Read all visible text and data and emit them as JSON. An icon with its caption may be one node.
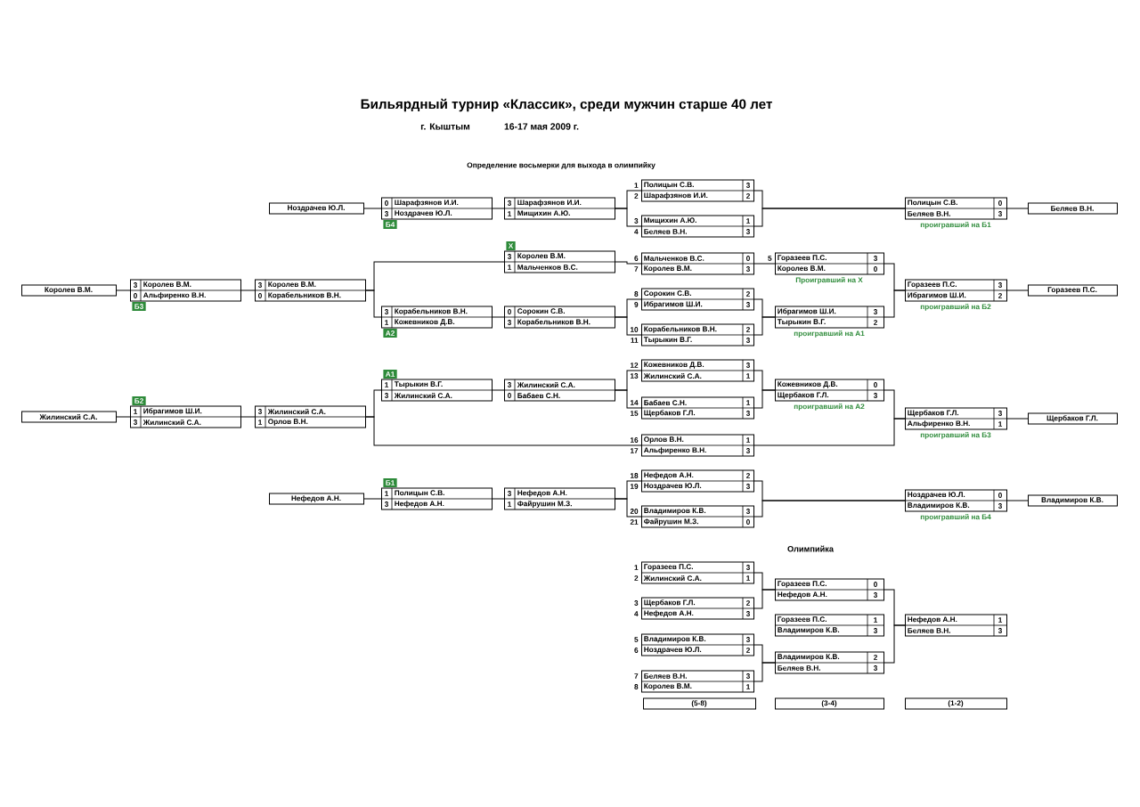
{
  "diagram": {
    "title": "Бильярдный турнир «Классик», среди мужчин старше 40 лет",
    "nodes": [
      {
        "text": [
          "Полицын С.В.",
          "3",
          "Шарафзянов И.И.",
          "2"
        ],
        "beside": [
          "1",
          "2"
        ]
      },
      {
        "text": [
          "Мищихин А.Ю.",
          "1",
          "Беляев В.Н.",
          "3"
        ],
        "beside": [
          "3",
          "4"
        ]
      },
      {
        "text": [
          "Мальченков В.С.",
          "0",
          "Королев В.М.",
          "3"
        ],
        "beside": [
          "6",
          "7"
        ]
      },
      {
        "text": [
          "Сорокин С.В.",
          "2",
          "Ибрагимов Ш.И.",
          "3"
        ],
        "beside": [
          "8",
          "9"
        ]
      },
      {
        "text": [
          "Корабельников В.Н.",
          "2",
          "Тырыкин В.Г.",
          "3"
        ],
        "beside": [
          "10",
          "11"
        ]
      },
      {
        "text": [
          "Кожевников Д.В.",
          "3",
          "Жилинский С.А.",
          "1"
        ],
        "beside": [
          "12",
          "13"
        ]
      },
      {
        "text": [
          "Бабаев С.Н.",
          "1",
          "Щербаков Г.Л.",
          "3"
        ],
        "beside": [
          "14",
          "15"
        ]
      },
      {
        "text": [
          "Орлов В.Н.",
          "1",
          "Альфиренко В.Н.",
          "3"
        ],
        "beside": [
          "16",
          "17"
        ]
      },
      {
        "text": [
          "Нефедов А.Н.",
          "2",
          "Ноздрачев Ю.Л.",
          "3"
        ],
        "beside": [
          "18",
          "19"
        ]
      },
      {
        "text": [
          "Владимиров К.В.",
          "3",
          "Файрушин М.З.",
          "0"
        ],
        "beside": [
          "20",
          "21"
        ]
      },
      {
        "text": [
          "Горазеев П.С.",
          "3",
          "Королев В.М.",
          "0"
        ],
        "beside": [
          "5",
          "Проигравший на Х"
        ]
      },
      {
        "text": [
          "Ибрагимов Ш.И.",
          "3",
          "Тырыкин В.Г.",
          "2"
        ],
        "beside": [
          "проигравший на А1"
        ]
      },
      {
        "text": [
          "Кожевников Д.В.",
          "0",
          "Щербаков Г.Л.",
          "3"
        ],
        "beside": [
          "проигравший на А2"
        ]
      },
      {
        "text": [
          "Полицын С.В.",
          "0",
          "Беляев В.Н.",
          "3"
        ],
        "beside": [
          "проигравший на Б1"
        ]
      },
      {
        "text": [
          "Горазеев П.С.",
          "3",
          "Ибрагимов Ш.И.",
          "2"
        ],
        "beside": [
          "проигравший на Б2"
        ]
      },
      {
        "text": [
          "Щербаков Г.Л.",
          "3",
          "Альфиренко В.Н.",
          "1"
        ],
        "beside": [
          "проигравший на Б3"
        ]
      },
      {
        "text": [
          "Ноздрачев Ю.Л.",
          "0",
          "Владимиров К.В.",
          "3"
        ],
        "beside": [
          "проигравший на Б4"
        ]
      },
      {
        "text": [
          "Беляев В.Н."
        ]
      },
      {
        "text": [
          "Горазеев П.С."
        ]
      },
      {
        "text": [
          "Щербаков Г.Л."
        ]
      },
      {
        "text": [
          "Владимиров К.В."
        ]
      },
      {
        "text": [
          "3",
          "Шарафзянов И.И.",
          "1",
          "Мищихин А.Ю."
        ]
      },
      {
        "text": [
          "0",
          "Шарафзянов И.И.",
          "3",
          "Ноздрачев Ю.Л."
        ],
        "beside": [
          "Б4"
        ]
      },
      {
        "text": [
          "Ноздрачев Ю.Л."
        ]
      },
      {
        "text": [
          "3",
          "Королев В.М.",
          "1",
          "Мальченков В.С."
        ],
        "beside": [
          "Х"
        ]
      },
      {
        "text": [
          "0",
          "Сорокин С.В.",
          "3",
          "Корабельников В.Н."
        ]
      },
      {
        "text": [
          "3",
          "Корабельников В.Н.",
          "1",
          "Кожевников Д.В."
        ],
        "beside": [
          "А2"
        ]
      },
      {
        "text": [
          "3",
          "Королев В.М.",
          "0",
          "Корабельников В.Н."
        ]
      },
      {
        "text": [
          "3",
          "Королев В.М.",
          "0",
          "Альфиренко В.Н."
        ],
        "beside": [
          "Б3"
        ]
      },
      {
        "text": [
          "Королев В.М."
        ]
      },
      {
        "text": [
          "3",
          "Жилинский С.А.",
          "0",
          "Бабаев С.Н."
        ]
      },
      {
        "text": [
          "1",
          "Тырыкин В.Г.",
          "3",
          "Жилинский С.А."
        ],
        "beside": [
          "А1"
        ]
      },
      {
        "text": [
          "3",
          "Жилинский С.А.",
          "1",
          "Орлов В.Н."
        ]
      },
      {
        "text": [
          "1",
          "Ибрагимов Ш.И.",
          "3",
          "Жилинский С.А."
        ],
        "beside": [
          "Б2"
        ]
      },
      {
        "text": [
          "Жилинский С.А."
        ]
      },
      {
        "text": [
          "3",
          "Нефедов А.Н.",
          "1",
          "Файрушин М.З."
        ]
      },
      {
        "text": [
          "1",
          "Полицын С.В.",
          "3",
          "Нефедов А.Н."
        ],
        "beside": [
          "Б1"
        ]
      },
      {
        "text": [
          "Нефедов А.Н."
        ]
      },
      {
        "text": [
          "Горазеев П.С.",
          "3",
          "Жилинский С.А.",
          "1"
        ],
        "beside": [
          "1",
          "2"
        ]
      },
      {
        "text": [
          "Щербаков Г.Л.",
          "2",
          "Нефедов А.Н.",
          "3"
        ],
        "beside": [
          "3",
          "4"
        ]
      },
      {
        "text": [
          "Владимиров К.В.",
          "3",
          "Ноздрачев Ю.Л.",
          "2"
        ],
        "beside": [
          "5",
          "6"
        ]
      },
      {
        "text": [
          "Беляев В.Н.",
          "3",
          "Королев В.М.",
          "1"
        ],
        "beside": [
          "7",
          "8"
        ]
      },
      {
        "text": [
          "Горазеев П.С.",
          "0",
          "Нефедов А.Н.",
          "3"
        ]
      },
      {
        "text": [
          "Горазеев П.С.",
          "1",
          "Владимиров К.В.",
          "3"
        ]
      },
      {
        "text": [
          "Владимиров К.В.",
          "2",
          "Беляев В.Н.",
          "3"
        ]
      },
      {
        "text": [
          "Нефедов А.Н.",
          "1",
          "Беляев В.Н.",
          "3"
        ]
      },
      {
        "text": [
          "(5-8)"
        ]
      },
      {
        "text": [
          "(3-4)"
        ]
      },
      {
        "text": [
          "(1-2)"
        ]
      }
    ],
    "edges": [
      {
        "from": 0,
        "to": 13,
        "arrow": "none"
      },
      {
        "from": 1,
        "to": 13,
        "arrow": "none"
      },
      {
        "from": 2,
        "to": 10,
        "arrow": "none"
      },
      {
        "from": 3,
        "to": 11,
        "arrow": "none"
      },
      {
        "from": 4,
        "to": 11,
        "arrow": "none"
      },
      {
        "from": 5,
        "to": 12,
        "arrow": "none"
      },
      {
        "from": 6,
        "to": 12,
        "arrow": "none"
      },
      {
        "from": 10,
        "to": 14,
        "arrow": "none"
      },
      {
        "from": 11,
        "to": 14,
        "arrow": "none"
      },
      {
        "from": 12,
        "to": 15,
        "arrow": "none"
      },
      {
        "from": 7,
        "to": 15,
        "arrow": "none"
      },
      {
        "from": 8,
        "to": 16,
        "arrow": "none"
      },
      {
        "from": 9,
        "to": 16,
        "arrow": "none"
      },
      {
        "from": 13,
        "to": 17,
        "arrow": "none"
      },
      {
        "from": 14,
        "to": 18,
        "arrow": "none"
      },
      {
        "from": 15,
        "to": 19,
        "arrow": "none"
      },
      {
        "from": 16,
        "to": 20,
        "arrow": "none"
      },
      {
        "from": 0,
        "to": 21,
        "arrow": "none"
      },
      {
        "from": 1,
        "to": 21,
        "arrow": "none"
      },
      {
        "from": 2,
        "to": 24,
        "arrow": "none"
      },
      {
        "from": 3,
        "to": 25,
        "arrow": "none"
      },
      {
        "from": 4,
        "to": 25,
        "arrow": "none"
      },
      {
        "from": 5,
        "to": 30,
        "arrow": "none"
      },
      {
        "from": 6,
        "to": 30,
        "arrow": "none"
      },
      {
        "from": 8,
        "to": 35,
        "arrow": "none"
      },
      {
        "from": 9,
        "to": 35,
        "arrow": "none"
      },
      {
        "from": 7,
        "to": 32,
        "arrow": "none"
      },
      {
        "from": 21,
        "to": 22,
        "arrow": "none"
      },
      {
        "from": 22,
        "to": 23,
        "arrow": "none"
      },
      {
        "from": 25,
        "to": 26,
        "arrow": "none"
      },
      {
        "from": 24,
        "to": 27,
        "arrow": "none"
      },
      {
        "from": 26,
        "to": 27,
        "arrow": "none"
      },
      {
        "from": 27,
        "to": 28,
        "arrow": "none"
      },
      {
        "from": 28,
        "to": 29,
        "arrow": "none"
      },
      {
        "from": 30,
        "to": 31,
        "arrow": "none"
      },
      {
        "from": 31,
        "to": 32,
        "arrow": "none"
      },
      {
        "from": 32,
        "to": 33,
        "arrow": "none"
      },
      {
        "from": 33,
        "to": 34,
        "arrow": "none"
      },
      {
        "from": 35,
        "to": 36,
        "arrow": "none"
      },
      {
        "from": 36,
        "to": 37,
        "arrow": "none"
      },
      {
        "from": 38,
        "to": 42,
        "arrow": "none"
      },
      {
        "from": 39,
        "to": 42,
        "arrow": "none"
      },
      {
        "from": 40,
        "to": 44,
        "arrow": "none"
      },
      {
        "from": 41,
        "to": 44,
        "arrow": "none"
      },
      {
        "from": 42,
        "to": 45,
        "arrow": "none"
      },
      {
        "from": 44,
        "to": 45,
        "arrow": "none"
      }
    ],
    "labels": [
      "г. Кыштым",
      "16-17 мая 2009 г.",
      "Определение восьмерки для выхода в олимпийку",
      "Олимпийка"
    ]
  }
}
